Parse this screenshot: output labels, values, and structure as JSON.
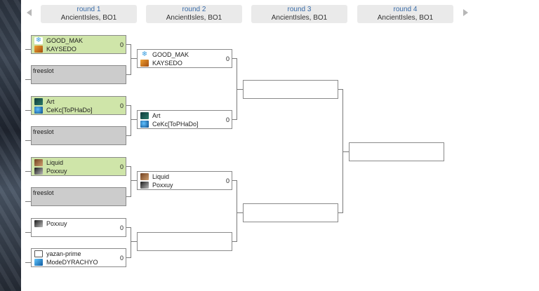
{
  "nav": {
    "prev_icon": "triangle-left-icon",
    "next_icon": "triangle-right-icon"
  },
  "rounds": [
    {
      "title": "round 1",
      "subtitle": "AncientIsles, BO1"
    },
    {
      "title": "round 2",
      "subtitle": "AncientIsles, BO1"
    },
    {
      "title": "round 3",
      "subtitle": "AncientIsles, BO1"
    },
    {
      "title": "round 4",
      "subtitle": "AncientIsles, BO1"
    }
  ],
  "round1": [
    {
      "p1": "GOOD_MAK",
      "p1_icon": "snowflake-icon",
      "p2": "KAYSEDO",
      "p2_icon": "orange-emblem-icon",
      "score": "0"
    },
    {
      "slot": "freeslot"
    },
    {
      "p1": "Art",
      "p1_icon": "teal-emblem-icon",
      "p2": "CeKc[ToPHaDo]",
      "p2_icon": "globe-icon",
      "score": "0"
    },
    {
      "slot": "freeslot"
    },
    {
      "p1": "Liquid",
      "p1_icon": "brown-emblem-icon",
      "p2": "Poxxuy",
      "p2_icon": "dark-emblem-icon",
      "score": "0"
    },
    {
      "slot": "freeslot"
    },
    {
      "p1": "Poxxuy",
      "p1_icon": "dark-emblem-icon",
      "score": "0"
    },
    {
      "p1": "yazan-prime",
      "p1_icon": "white-emblem-icon",
      "p2": "ModeDYRACHYO",
      "p2_icon": "blue-emblem-icon",
      "score": "0"
    }
  ],
  "round2": [
    {
      "p1": "GOOD_MAK",
      "p1_icon": "snowflake-icon",
      "p2": "KAYSEDO",
      "p2_icon": "orange-emblem-icon",
      "score": "0"
    },
    {
      "p1": "Art",
      "p1_icon": "teal-emblem-icon",
      "p2": "CeKc[ToPHaDo]",
      "p2_icon": "globe-icon",
      "score": "0"
    },
    {
      "p1": "Liquid",
      "p1_icon": "brown-emblem-icon",
      "p2": "Poxxuy",
      "p2_icon": "dark-emblem-icon",
      "score": "0"
    },
    {
      "empty": true
    }
  ],
  "colors": {
    "played_bg": "#cfe5a9",
    "empty_bg": "#cccccc",
    "round_title": "#3a6ca8",
    "header_bg": "#eaeaea"
  }
}
